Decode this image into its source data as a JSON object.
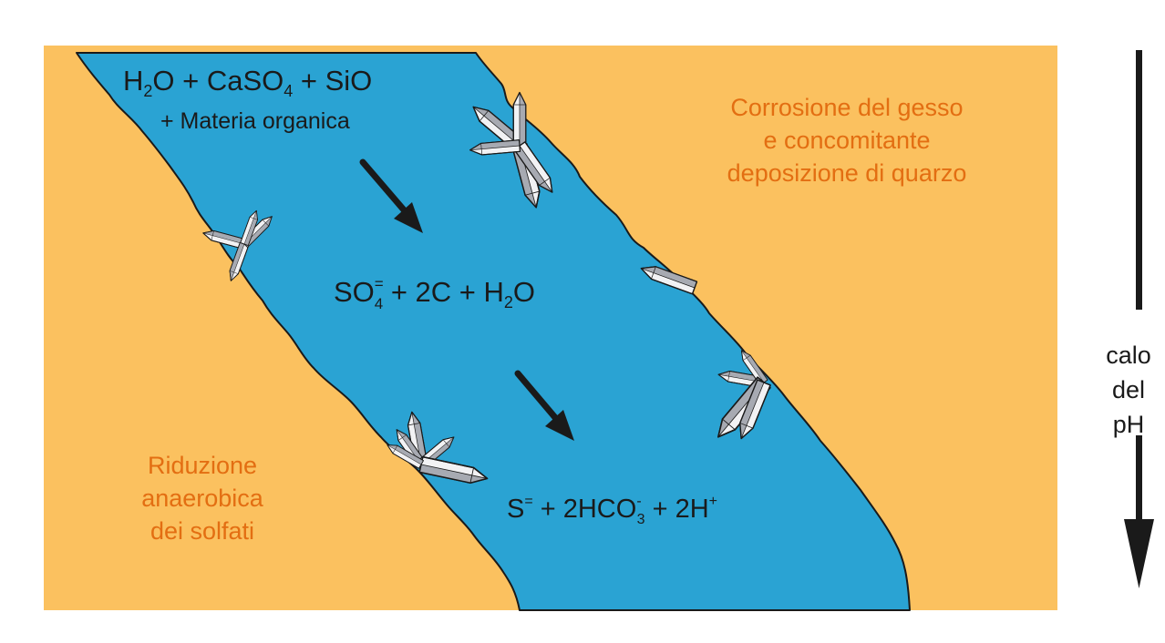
{
  "colors": {
    "background": "#ffffff",
    "rock": "#fbc15f",
    "water": "#2aa3d3",
    "water_edge": "#1a1a1a",
    "crystal_light": "#f2f2f4",
    "crystal_shade": "#a7aab2",
    "label_orange": "#e36e12",
    "text_dark": "#1a1a1a"
  },
  "icons": [
    "crystal-cluster-icon",
    "arrow-down-right-icon",
    "arrow-down-icon"
  ],
  "reactants": {
    "main": {
      "part1": "H",
      "sub1": "2",
      "part2": "O + CaSO",
      "sub2": "4",
      "part3": " + SiO"
    },
    "organic": "+ Materia organica"
  },
  "intermediate": {
    "part1": "SO",
    "sup1": "=",
    "sub1": "4",
    "part2": " + 2C + H",
    "sub2": "2",
    "part3": "O"
  },
  "products": {
    "part1": "S",
    "sup1": "=",
    "part2": " + 2HCO",
    "sup2": "-",
    "sub2": "3",
    "part3": " + 2H",
    "sup3": "+"
  },
  "labels": {
    "corrosion": [
      "Corrosione del gesso",
      "e concomitante",
      "deposizione di quarzo"
    ],
    "reduction": [
      "Riduzione",
      "anaerobica",
      "dei solfati"
    ],
    "ph": [
      "calo",
      "del",
      "pH"
    ]
  }
}
